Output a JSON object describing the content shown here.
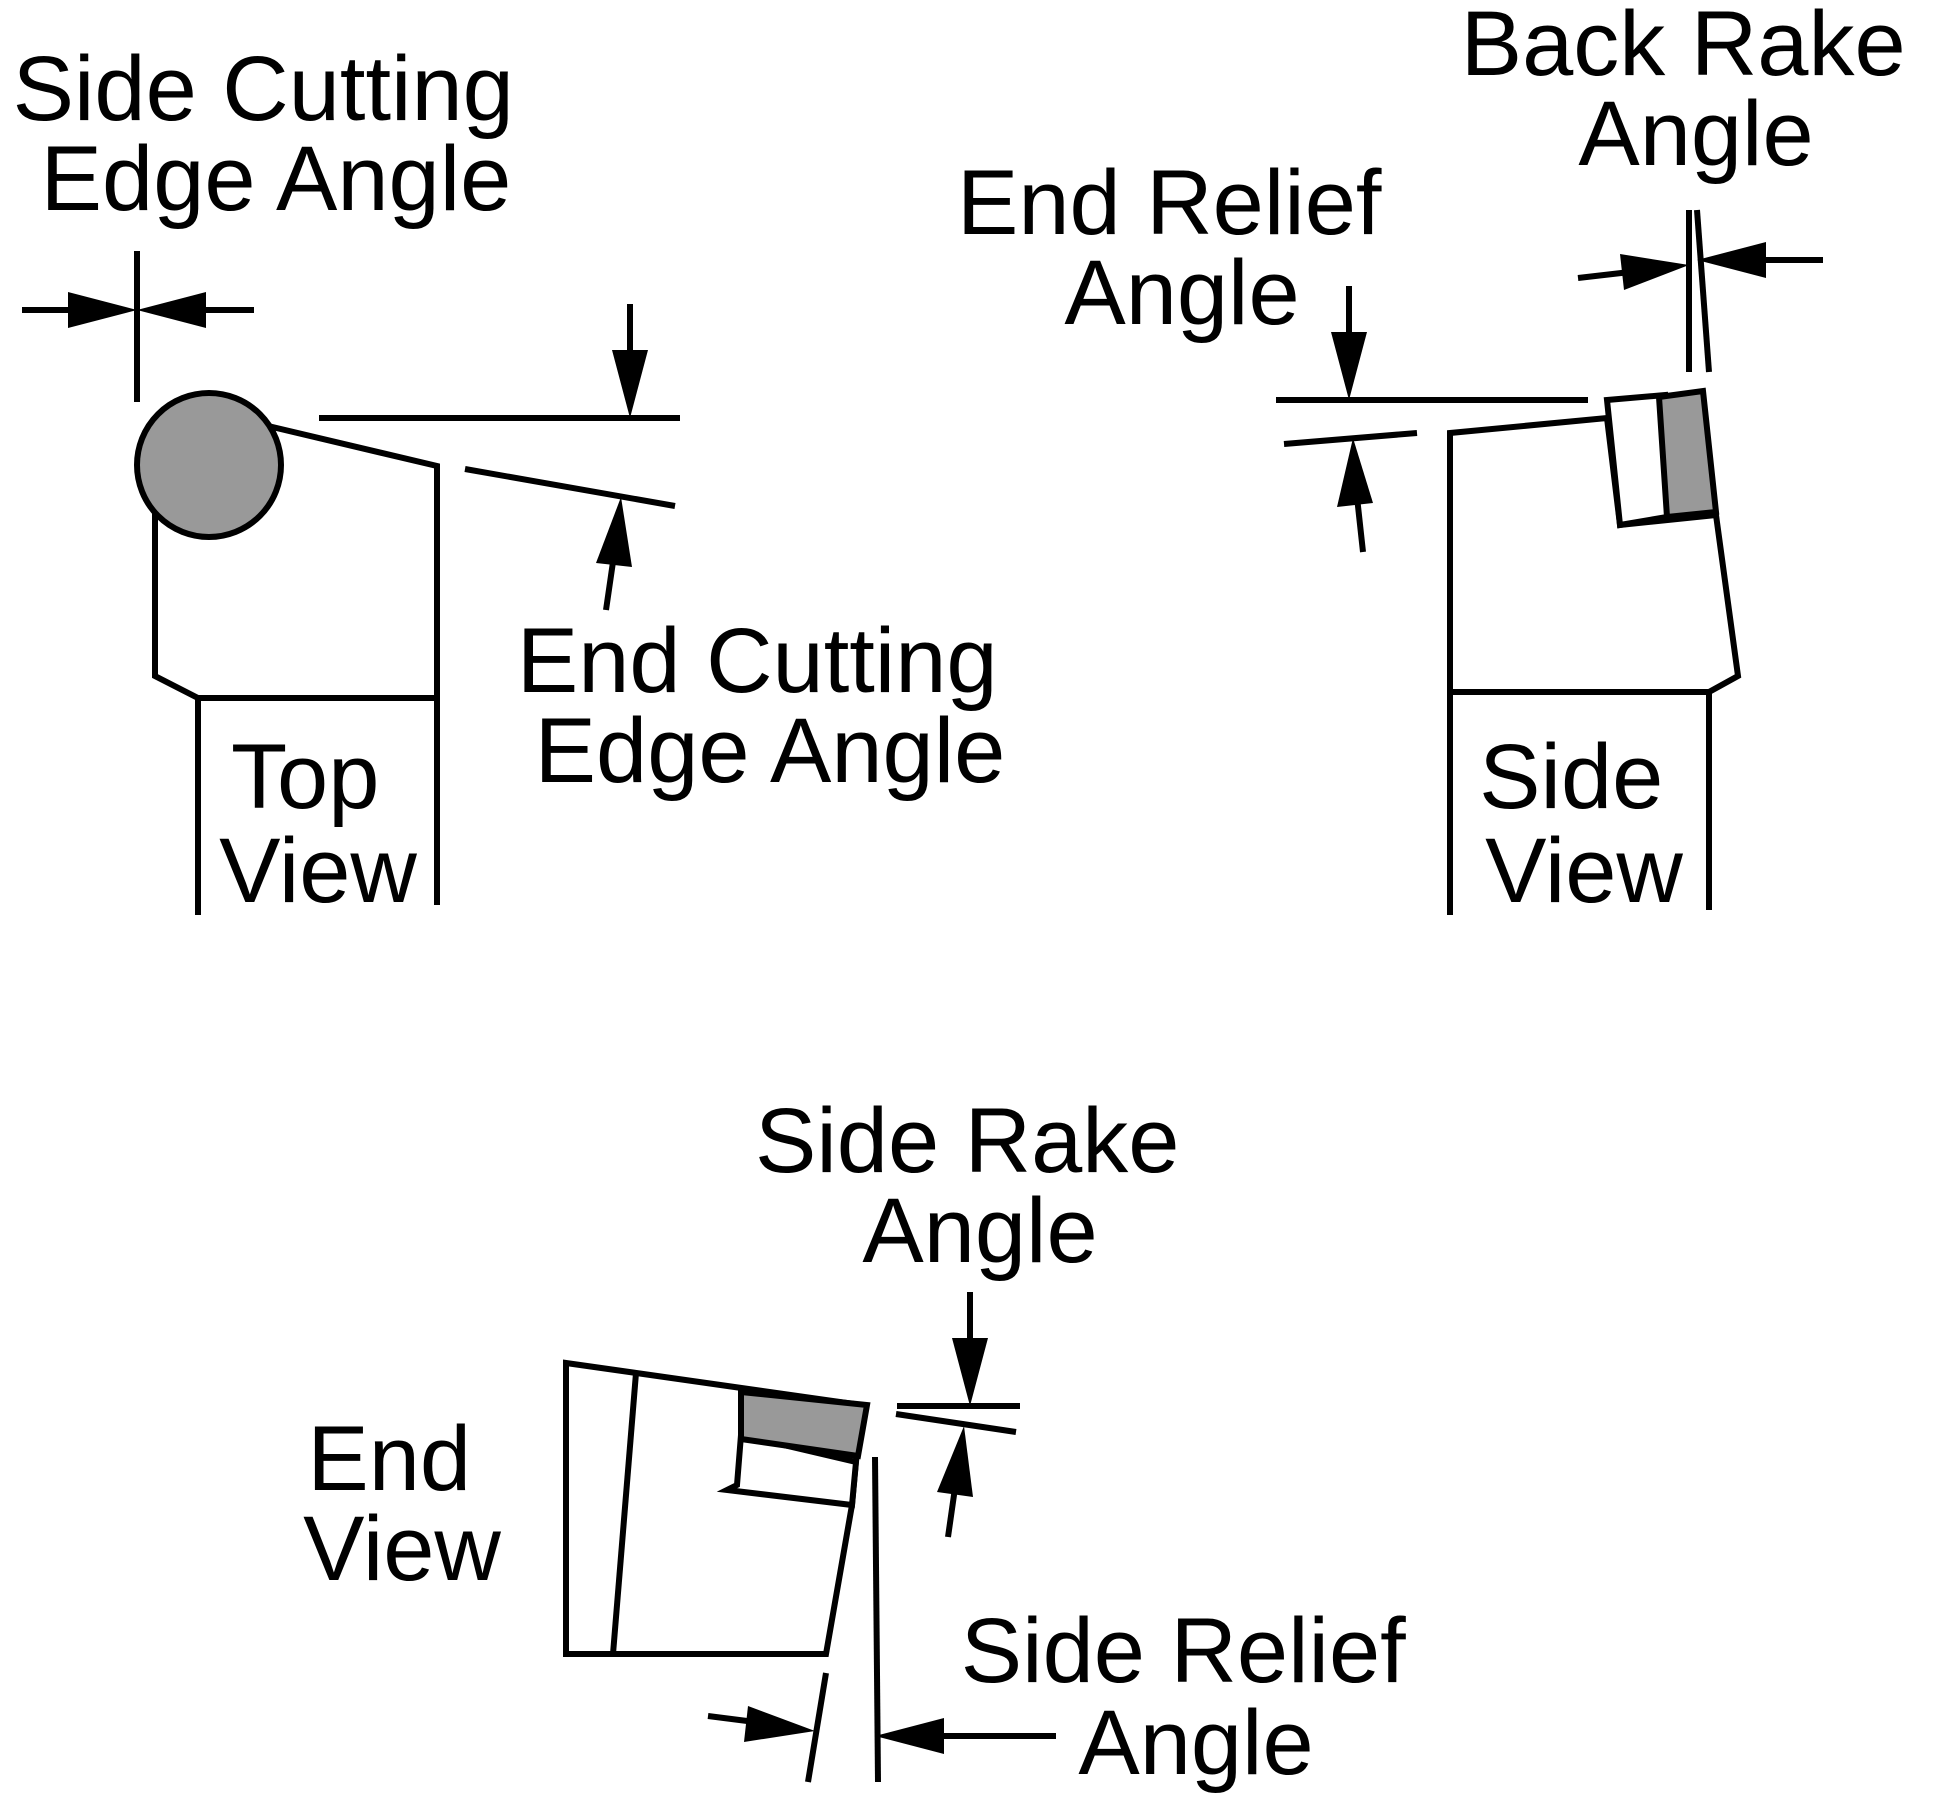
{
  "labels": {
    "side_cutting_edge_angle": [
      "Side Cutting",
      "Edge Angle"
    ],
    "end_cutting_edge_angle": [
      "End Cutting",
      "Edge Angle"
    ],
    "top_view": [
      "Top",
      "View"
    ],
    "back_rake_angle": [
      "Back Rake",
      "Angle"
    ],
    "end_relief_angle": [
      "End Relief",
      "Angle"
    ],
    "side_view": [
      "Side",
      "View"
    ],
    "side_rake_angle": [
      "Side Rake",
      "Angle"
    ],
    "end_view": [
      "End",
      "View"
    ],
    "side_relief_angle": [
      "Side Relief",
      "Angle"
    ]
  },
  "colors": {
    "line": "#000000",
    "insert_fill": "#999999",
    "background": "#ffffff"
  }
}
